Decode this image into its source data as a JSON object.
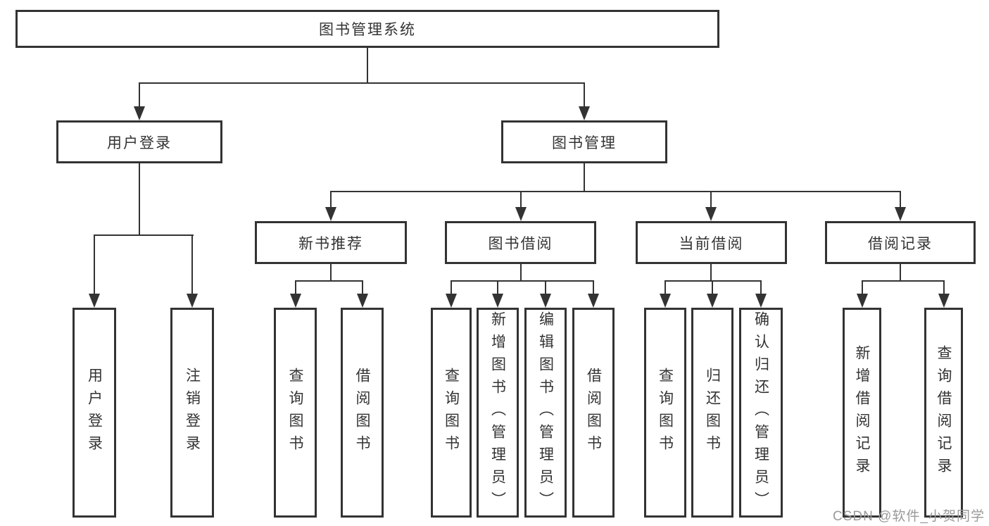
{
  "title": "图书管理系统",
  "tree": {
    "root": {
      "label": "图书管理系统",
      "children": [
        {
          "label": "用户登录",
          "children": [
            {
              "label": "用户登录"
            },
            {
              "label": "注销登录"
            }
          ]
        },
        {
          "label": "图书管理",
          "children": [
            {
              "label": "新书推荐",
              "children": [
                {
                  "label": "查询图书"
                },
                {
                  "label": "借阅图书"
                }
              ]
            },
            {
              "label": "图书借阅",
              "children": [
                {
                  "label": "查询图书"
                },
                {
                  "label": "新增图书（管理员）"
                },
                {
                  "label": "编辑图书（管理员）"
                },
                {
                  "label": "借阅图书"
                }
              ]
            },
            {
              "label": "当前借阅",
              "children": [
                {
                  "label": "查询图书"
                },
                {
                  "label": "归还图书"
                },
                {
                  "label": "确认归还（管理员）"
                }
              ]
            },
            {
              "label": "借阅记录",
              "children": [
                {
                  "label": "新增借阅记录"
                },
                {
                  "label": "查询借阅记录"
                }
              ]
            }
          ]
        }
      ]
    }
  },
  "watermark": "CSDN @软件_小贺同学",
  "colors": {
    "line": "#333333",
    "text": "#333333",
    "watermark": "#9a9a9a",
    "background": "#ffffff"
  }
}
